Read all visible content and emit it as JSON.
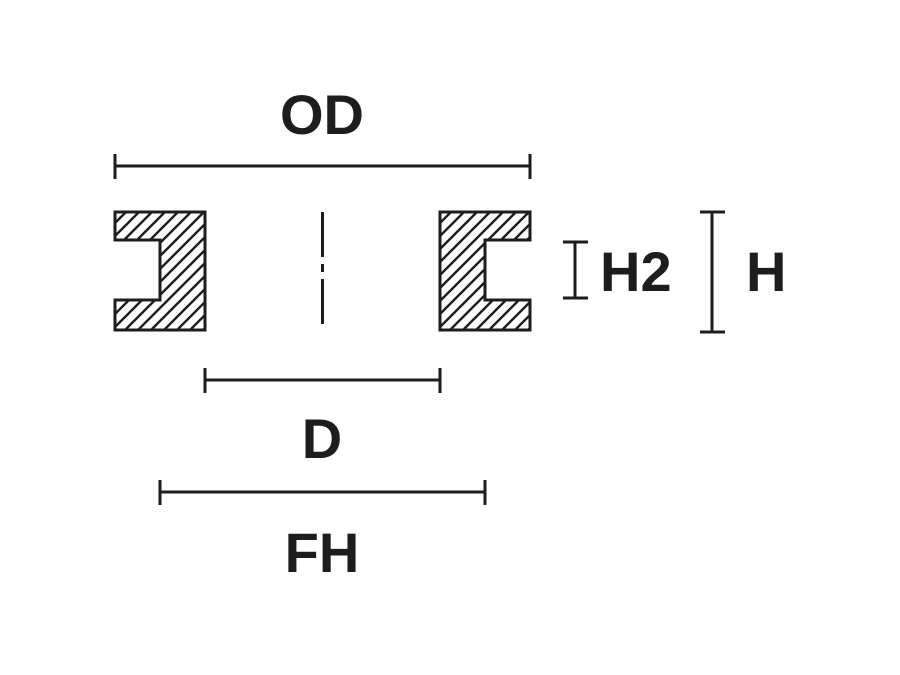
{
  "diagram": {
    "colors": {
      "line": "#1d1d1b",
      "background": "#ffffff"
    },
    "labels": {
      "od": "OD",
      "d": "D",
      "fh": "FH",
      "h2": "H2",
      "h": "H"
    }
  }
}
